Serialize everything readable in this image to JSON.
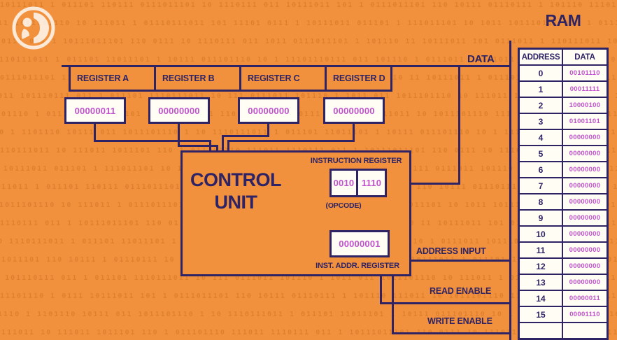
{
  "colors": {
    "background": "#F2913D",
    "line": "#2E2365",
    "value": "#C052CE",
    "box_fill": "#FFFDF4",
    "texture": "#C76E20",
    "logo": "#FFFFFF"
  },
  "labels": {
    "data_bus": "DATA",
    "address_input": "ADDRESS INPUT",
    "read_enable": "READ ENABLE",
    "write_enable": "WRITE ENABLE"
  },
  "registers": [
    {
      "label": "REGISTER A",
      "value": "00000011"
    },
    {
      "label": "REGISTER B",
      "value": "00000000"
    },
    {
      "label": "REGISTER C",
      "value": "00000000"
    },
    {
      "label": "REGISTER D",
      "value": "00000000"
    }
  ],
  "control_unit": {
    "title_line1": "CONTROL",
    "title_line2": "UNIT",
    "instruction_register_label": "INSTRUCTION REGISTER",
    "opcode_value": "0010",
    "operand_value": "1110",
    "opcode_caption": "(OPCODE)",
    "inst_addr_value": "00000001",
    "inst_addr_label": "INST. ADDR. REGISTER"
  },
  "ram": {
    "title": "RAM",
    "headers": [
      "ADDRESS",
      "DATA"
    ],
    "rows": [
      {
        "address": "0",
        "data": "00101110"
      },
      {
        "address": "1",
        "data": "00011111"
      },
      {
        "address": "2",
        "data": "10000100"
      },
      {
        "address": "3",
        "data": "01001101"
      },
      {
        "address": "4",
        "data": "00000000"
      },
      {
        "address": "5",
        "data": "00000000"
      },
      {
        "address": "6",
        "data": "00000000"
      },
      {
        "address": "7",
        "data": "00000000"
      },
      {
        "address": "8",
        "data": "00000000"
      },
      {
        "address": "9",
        "data": "00000000"
      },
      {
        "address": "10",
        "data": "00000000"
      },
      {
        "address": "11",
        "data": "00000000"
      },
      {
        "address": "12",
        "data": "00000000"
      },
      {
        "address": "13",
        "data": "00000000"
      },
      {
        "address": "14",
        "data": "00000011"
      },
      {
        "address": "15",
        "data": "00001110"
      }
    ]
  },
  "background_binary": [
    "10111011 1 011101 110111 0111011101 10 1110111 011 10111011 101 1 0111011101 110 10111 01110111 1 101110 111011 10 1011101110 111 01110 1101 011101110 11",
    "011 1011101110 10 111011 1 01110111011 101 11101 0111 1 10111011 011101 1 111011101 10 1011 101110111 011 1 011101 1110111011 10 111 0111011 101110 1011",
    "1110111 011 1 10111011101 110 0111 10 1110111 011 1011 0111011101 1 101110 11 10111011 101 0111011 1 110111011 10 111011 1011101 110 1 011101110 111011",
    "10 1110111011 1 011101 11011101 1 10111 011101110 10 1 11101110111 011 101110 1 0111011 10111011 110 1 101110111 01110 1 1101110 10111 011 1011101110 1",
    "0111011101 110 10111 1 01110111 10 1011101110 111 01110 1101 1 011101110 11 10111011 1 011101 110111 011 1 0111011101 10 1110111 011 10111011 101 11101",
    "1011 101110111 011 1 011101 1110111011 10 111 0111011 101110 1 1011 011 1011101110 10 111011 1 01110111011 101 11101 0111 1 10111011 011101 111011101 1",
    "11101110 1 0111 10111011 101 1 0111011101 110 10111 01110111 1 101110 111011 10 1011101110 111 01110 1101 011101110 11 1 10111011 1 011101 110111 01110",
    "01110 1 1101110 10111 011 1011101110 1 10 1110111011 1 011101 11011101 1 10111 011101110 10 1 11101110111 011 101110 1 0111011 10111011 110 101110111 1",
    "110111011 10 111011 1011101 110 1 011101110 111011 1110111 011 1 10111011101 110 0111 10 1110111 011 1011 0111011101 1 101110 11 10111011 101 0111011 1",
    "1 10111011 011101 1 111011101 10 1011 101110111 011 1 011101 1110111011 10 111 0111011 101110 1011 011 1011101110 10 111011 1 01110111011 101 11101 011"
  ]
}
